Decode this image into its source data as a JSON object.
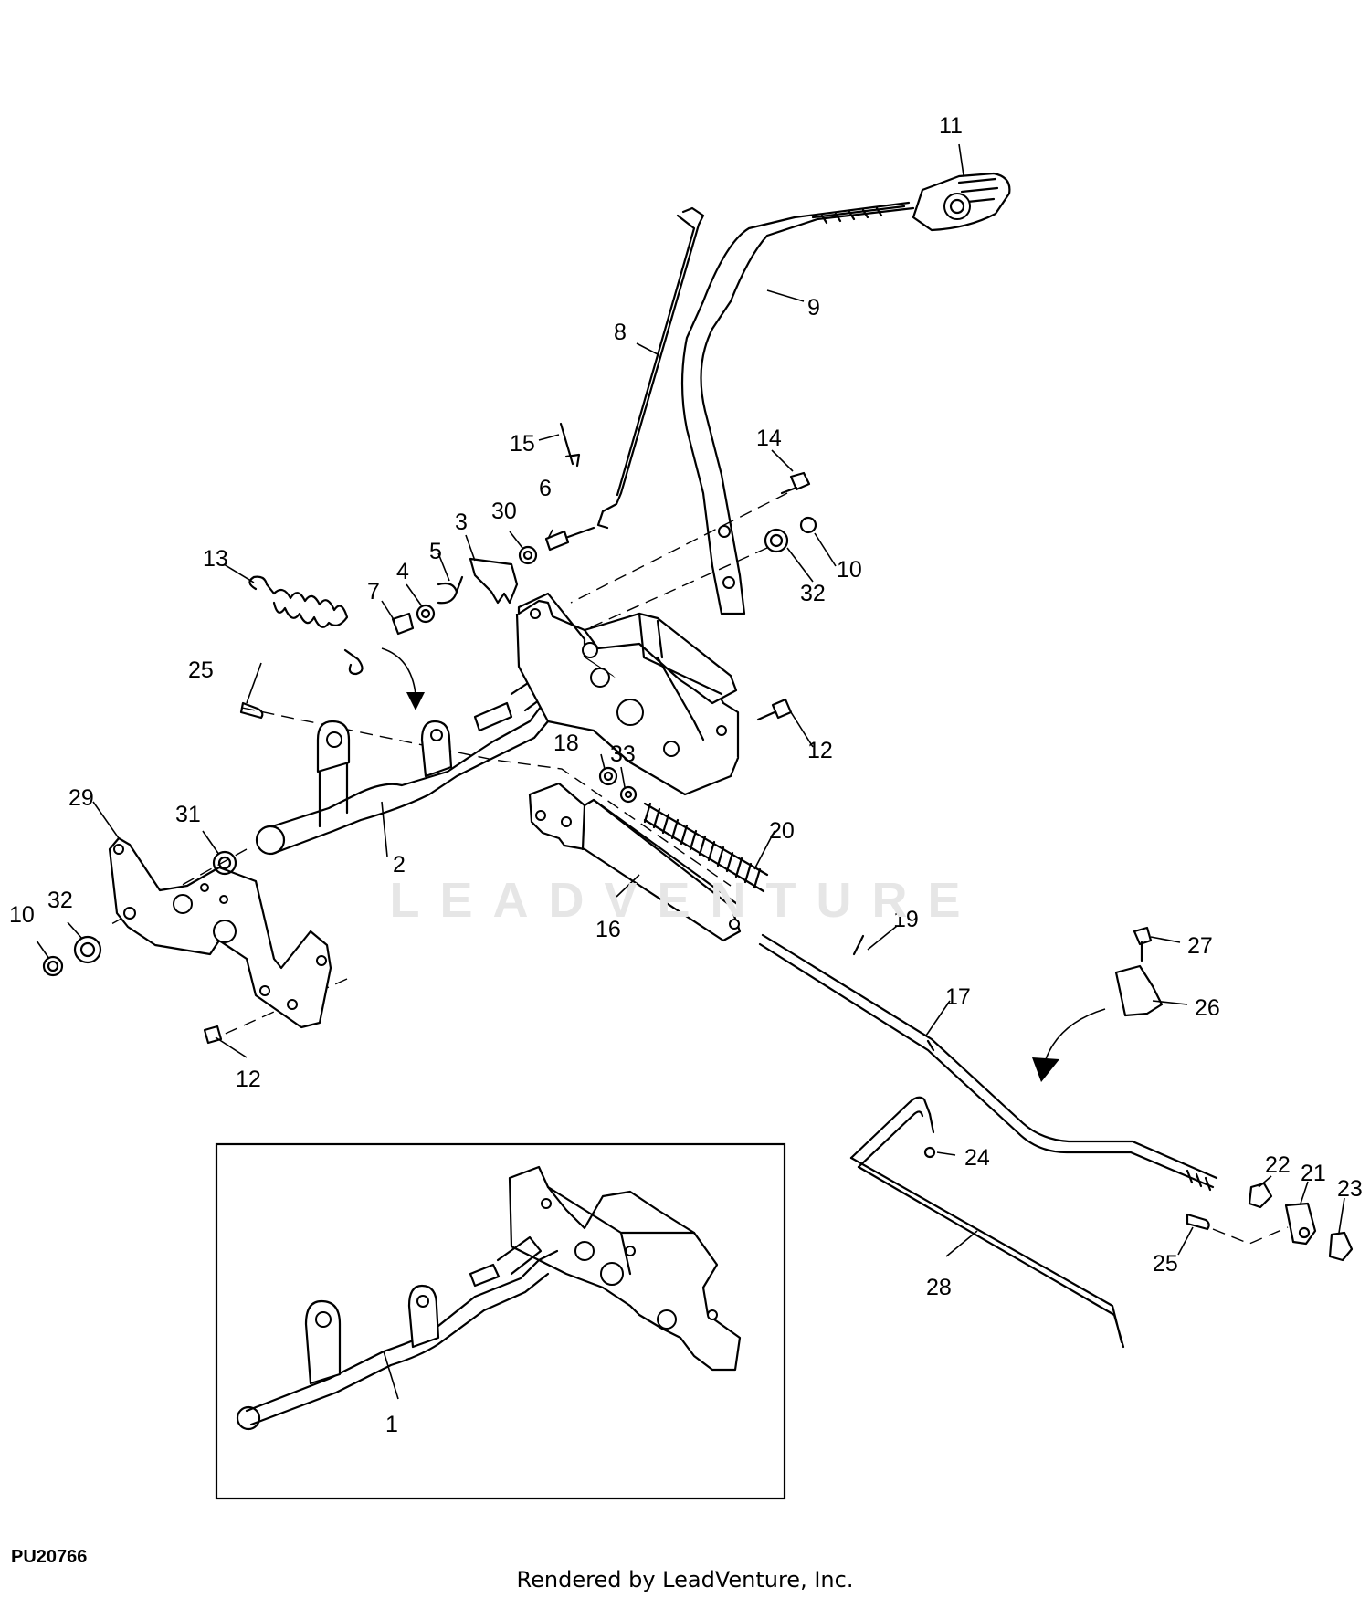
{
  "watermark": "LEADVENTURE",
  "drawing_id": "PU20766",
  "credit": "Rendered by LeadVenture, Inc.",
  "callouts": {
    "c1": "1",
    "c2": "2",
    "c3": "3",
    "c4": "4",
    "c5": "5",
    "c6": "6",
    "c7": "7",
    "c8": "8",
    "c9": "9",
    "c10a": "10",
    "c10b": "10",
    "c11": "11",
    "c12a": "12",
    "c12b": "12",
    "c13": "13",
    "c14": "14",
    "c15": "15",
    "c16": "16",
    "c17": "17",
    "c18": "18",
    "c19": "19",
    "c20": "20",
    "c21": "21",
    "c22": "22",
    "c23": "23",
    "c24": "24",
    "c25a": "25",
    "c25b": "25",
    "c26": "26",
    "c27": "27",
    "c28": "28",
    "c29": "29",
    "c30": "30",
    "c31": "31",
    "c32a": "32",
    "c32b": "32",
    "c33": "33"
  }
}
